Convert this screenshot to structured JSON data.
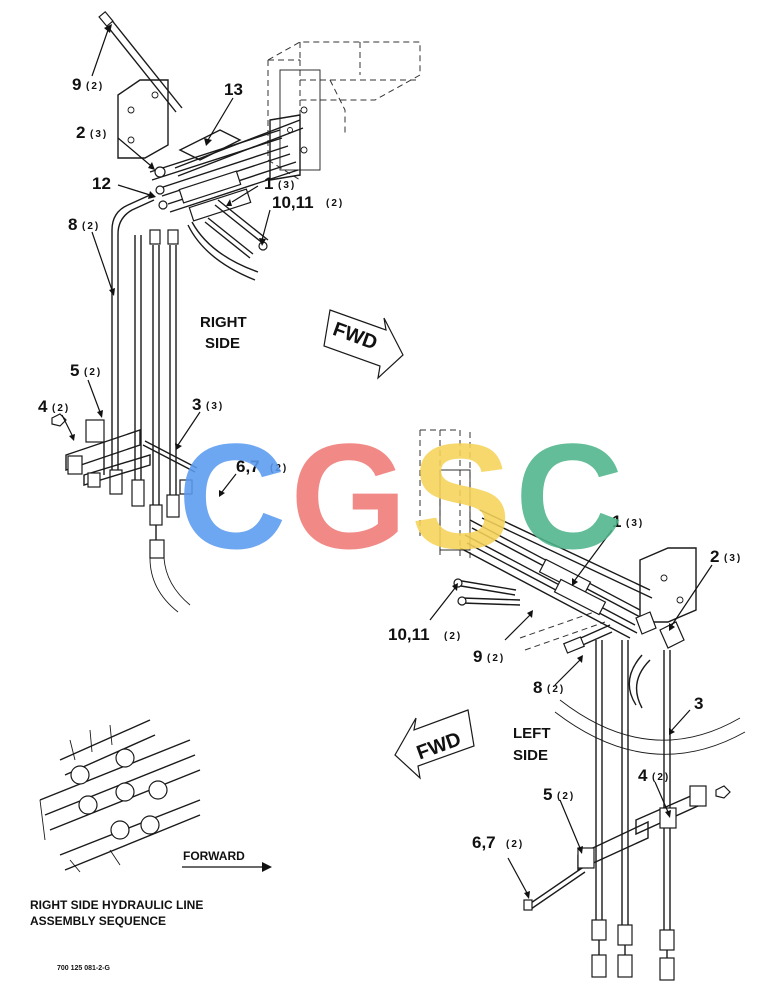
{
  "labels": {
    "c9_top": "9",
    "q9_top": "(2)",
    "c13": "13",
    "c2_right": "2",
    "q2_right": "(3)",
    "c12": "12",
    "c1_right": "1",
    "q1_right": "(3)",
    "c1011_right": "10,11",
    "q1011_right": "(2)",
    "c8_right": "8",
    "q8_right": "(2)",
    "c5_right": "5",
    "q5_right": "(2)",
    "c4_right": "4",
    "q4_right": "(2)",
    "c3_right": "3",
    "q3_right": "(3)",
    "c67_right": "6,7",
    "q67_right": "(2)",
    "c1_left": "1",
    "q1_left": "(3)",
    "c2_left": "2",
    "q2_left": "(3)",
    "c1011_left": "10,11",
    "q1011_left": "(2)",
    "c9_left": "9",
    "q9_left": "(2)",
    "c8_left": "8",
    "q8_left": "(2)",
    "c3_left": "3",
    "c4_left": "4",
    "q4_left": "(2)",
    "c5_left": "5",
    "q5_left": "(2)",
    "c67_left": "6,7",
    "q67_left": "(2)"
  },
  "right_side": {
    "line1": "RIGHT",
    "line2": "SIDE"
  },
  "left_side": {
    "line1": "LEFT",
    "line2": "SIDE"
  },
  "fwd_arrow_right": "FWD",
  "fwd_arrow_left": "FWD",
  "forward_label": "FORWARD",
  "caption": {
    "line1": "RIGHT SIDE HYDRAULIC LINE",
    "line2": "ASSEMBLY SEQUENCE"
  },
  "figure_number": "700 125 081-2-G",
  "watermark": {
    "text": "CGSC",
    "colors": {
      "C1": "#5b9bf0",
      "G": "#f07a76",
      "S": "#f6d35a",
      "C2": "#4db58a"
    }
  }
}
